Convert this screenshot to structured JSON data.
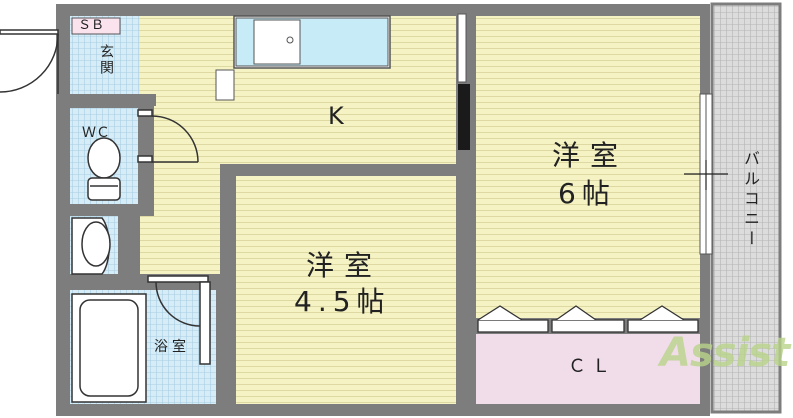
{
  "rooms": {
    "sb": "ＳＢ",
    "entrance": "玄関",
    "wc": "ＷＣ",
    "kitchen": "K",
    "western_room_1_name": "洋室",
    "western_room_1_size": "4.5帖",
    "western_room_2_name": "洋室",
    "western_room_2_size": "6帖",
    "bath": "浴室",
    "closet": "ＣＬ",
    "balcony": "バルコニー"
  },
  "watermark": "Assist",
  "colors": {
    "flooring": "#f5f3c4",
    "tile": "#d6ecf7",
    "closet": "#f1dcea",
    "wall": "#7d7d7d",
    "balcony": "#d2d2d2"
  }
}
